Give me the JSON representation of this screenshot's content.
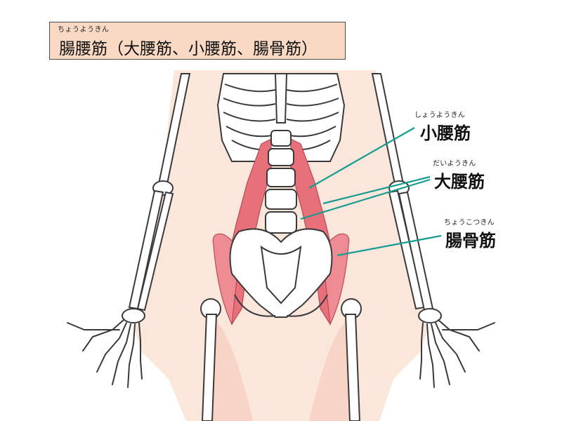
{
  "title": {
    "ruby": "ちょうようきん",
    "text": "腸腰筋（大腰筋、小腰筋、腸骨筋）"
  },
  "labels": [
    {
      "id": "psoas-minor",
      "ruby": "しょうようきん",
      "text": "小腰筋"
    },
    {
      "id": "psoas-major",
      "ruby": "だいようきん",
      "text": "大腰筋"
    },
    {
      "id": "iliacus",
      "ruby": "ちょうこつきん",
      "text": "腸骨筋"
    }
  ],
  "colors": {
    "title_bg": "#fad9c4",
    "body_silhouette": "#fbe6dc",
    "bone_fill": "#ffffff",
    "bone_outline": "#3a3a3a",
    "muscle": "#e8707a",
    "leader_line": "#159c8e"
  }
}
